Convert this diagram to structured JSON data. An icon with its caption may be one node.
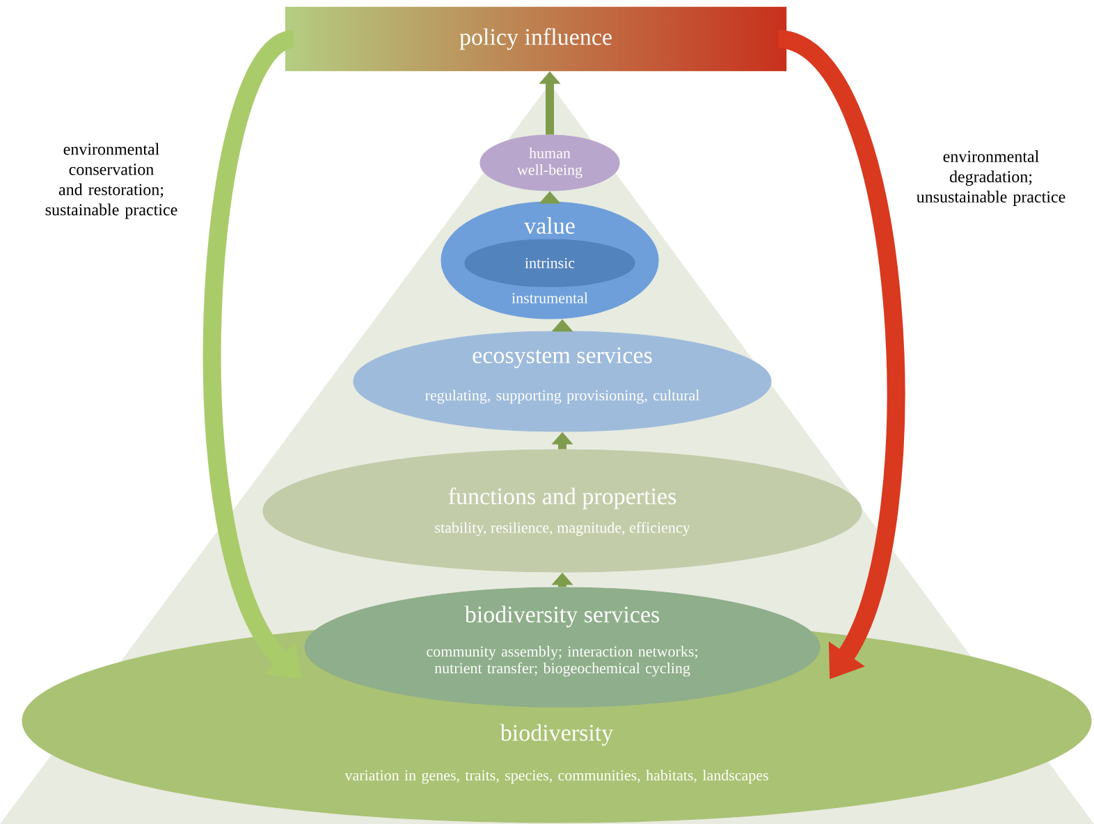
{
  "diagram": {
    "nodes": [
      {
        "text": [
          "policy influence"
        ]
      },
      {
        "text": [
          "human well-being"
        ]
      },
      {
        "text": [
          "value",
          "instrumental"
        ]
      },
      {
        "text": [
          "intrinsic"
        ],
        "in": 2
      },
      {
        "text": [
          "ecosystem services",
          "regulating, supporting provisioning, cultural"
        ]
      },
      {
        "text": [
          "functions and properties",
          "stability, resilience, magnitude, efficiency"
        ]
      },
      {
        "text": [
          "biodiversity",
          "variation in genes, traits, species, communities, habitats, landscapes"
        ]
      },
      {
        "text": [
          "biodiversity services",
          "community assembly; interaction networks; nutrient transfer; biogeochemical cycling"
        ]
      }
    ],
    "edges": [
      {
        "from": 0,
        "to": 6,
        "arrow": "to",
        "label": "environmental conservation and restoration; sustainable practice",
        "style": "thick",
        "color": "#aacb6a"
      },
      {
        "from": 0,
        "to": 6,
        "arrow": "to",
        "label": "environmental degradation; unsustainable practice",
        "style": "thick",
        "color": "#d9391f"
      },
      {
        "from": 7,
        "to": 5,
        "arrow": "to"
      },
      {
        "from": 5,
        "to": 4,
        "arrow": "to"
      },
      {
        "from": 4,
        "to": 2,
        "arrow": "to"
      },
      {
        "from": 2,
        "to": 1,
        "arrow": "to"
      },
      {
        "from": 1,
        "to": 0,
        "arrow": "to"
      }
    ]
  }
}
